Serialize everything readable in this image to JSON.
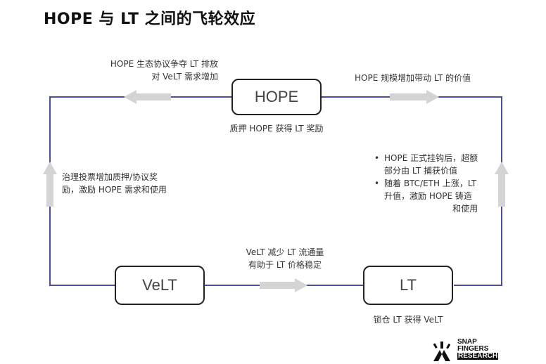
{
  "title": "HOPE 与 LT 之间的飞轮效应",
  "nodes": {
    "hope": "HOPE",
    "velt": "VeLT",
    "lt": "LT"
  },
  "labels": {
    "top_left": [
      "HOPE 生态协议争夺 LT 排放",
      "对 VeLT 需求增加"
    ],
    "top_right": "HOPE 规模增加带动 LT 的价值",
    "hope_below": "质押 HOPE 获得 LT 奖励",
    "left_side": [
      "治理投票增加质押/协议奖",
      "励，激励 HOPE 需求和使用"
    ],
    "right_side_bullets": [
      [
        "HOPE 正式挂钩后，超额",
        "部分由 LT 捕获价值"
      ],
      [
        "随着 BTC/ETH 上涨，LT",
        "升值，激励 HOPE 铸造",
        "和使用"
      ]
    ],
    "bottom_middle": [
      "VeLT 减少 LT 流通量",
      "有助于 LT 价格稳定"
    ],
    "lt_below": "锁仓 LT 获得 VeLT"
  },
  "logo": {
    "lines": [
      "SNAP",
      "FINGERS",
      "RESEARCH"
    ]
  },
  "colors": {
    "loop_line": "#4a4f9c",
    "arrow_fill": "#d4d4d4",
    "node_border": "#222222"
  }
}
